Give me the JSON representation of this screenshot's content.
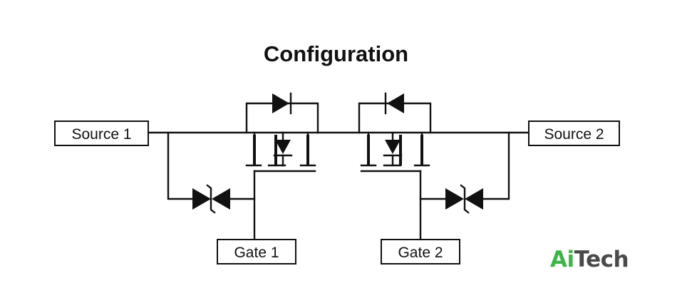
{
  "title": "Configuration",
  "terminals": {
    "source1": "Source 1",
    "source2": "Source 2",
    "gate1": "Gate 1",
    "gate2": "Gate 2"
  },
  "logo": {
    "part1": "Ai",
    "part2": "Tech"
  }
}
